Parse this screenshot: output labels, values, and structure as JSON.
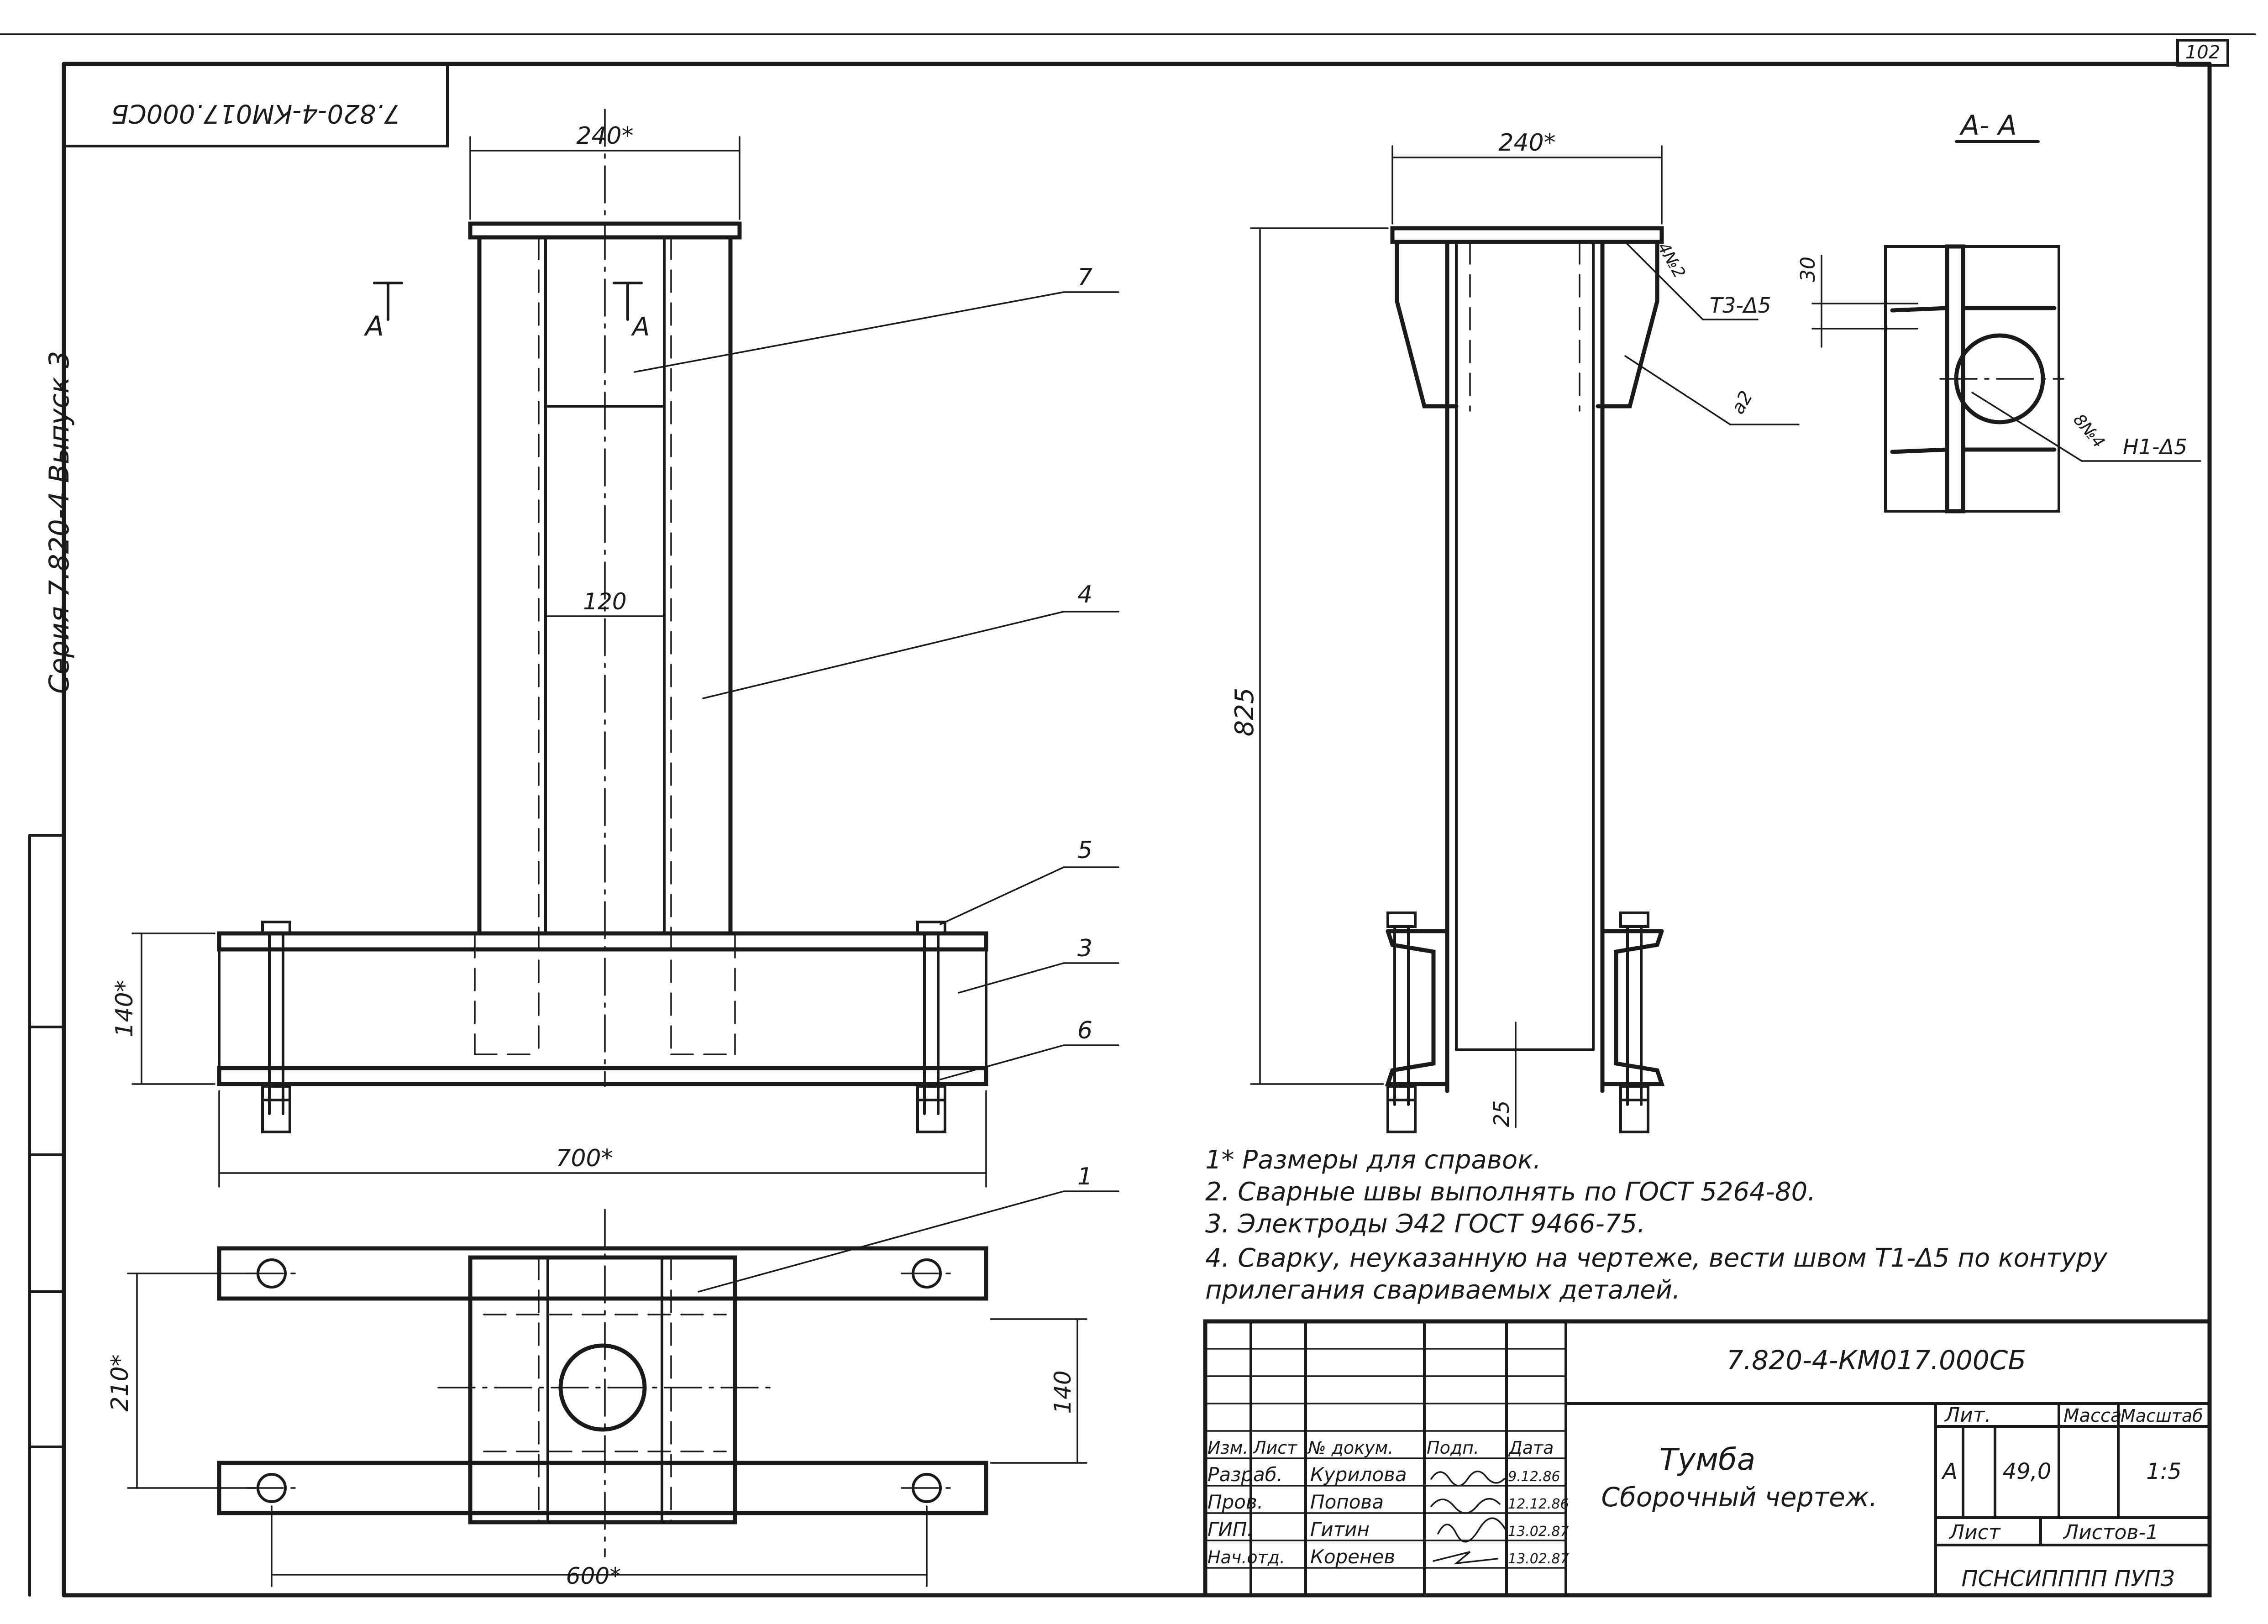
{
  "sheet_number": "102",
  "margin_stamp": "7.820-4-КМ017.000СБ",
  "series_label": "Серия 7.820-4    Выпуск 3",
  "section_title": "А- А",
  "section_mark": "А",
  "dims": {
    "top_width": "240*",
    "inner_width": "120",
    "base_height": "140*",
    "base_length": "700*",
    "plan_width": "210*",
    "plan_bolt_spacing": "140",
    "plan_bolt_length": "600*",
    "side_width": "240*",
    "total_height": "825",
    "gap": "25",
    "section_offset": "30"
  },
  "callouts": [
    "1",
    "3",
    "4",
    "5",
    "6",
    "7"
  ],
  "weld_labels": [
    "Т3-Δ5",
    "Н1-Δ5",
    "4№2",
    "8№4",
    "а2"
  ],
  "notes": [
    "1* Размеры для справок.",
    "2. Сварные швы выполнять по ГОСТ 5264-80.",
    "3. Электроды Э42 ГОСТ 9466-75.",
    "4. Сварку, неуказанную на чертеже, вести швом Т1-Δ5 по контуру",
    "прилегания свариваемых деталей."
  ],
  "title_block": {
    "doc_code": "7.820-4-КМ017.000СБ",
    "name": "Тумба",
    "subname": "Сборочный чертеж.",
    "col_headers": [
      "Изм.",
      "Лист",
      "№ докум.",
      "Подп.",
      "Дата"
    ],
    "roles": [
      "Разраб.",
      "Пров.",
      "ГИП.",
      "Нач.отд."
    ],
    "people": [
      "Курилова",
      "Попова",
      "Гитин",
      "Коренев"
    ],
    "dates": [
      "9.12.86",
      "12.12.86",
      "13.02.87",
      "13.02.87"
    ],
    "lit_label": "Лит.",
    "mass_label": "Масса",
    "scale_label": "Масштаб",
    "lit_value": "А",
    "mass_value": "49,0",
    "scale_value": "1:5",
    "sheet_label": "Лист",
    "sheets_label": "Листов-1",
    "bottom_code": "ПСНСИПППП ПУПЗ"
  }
}
